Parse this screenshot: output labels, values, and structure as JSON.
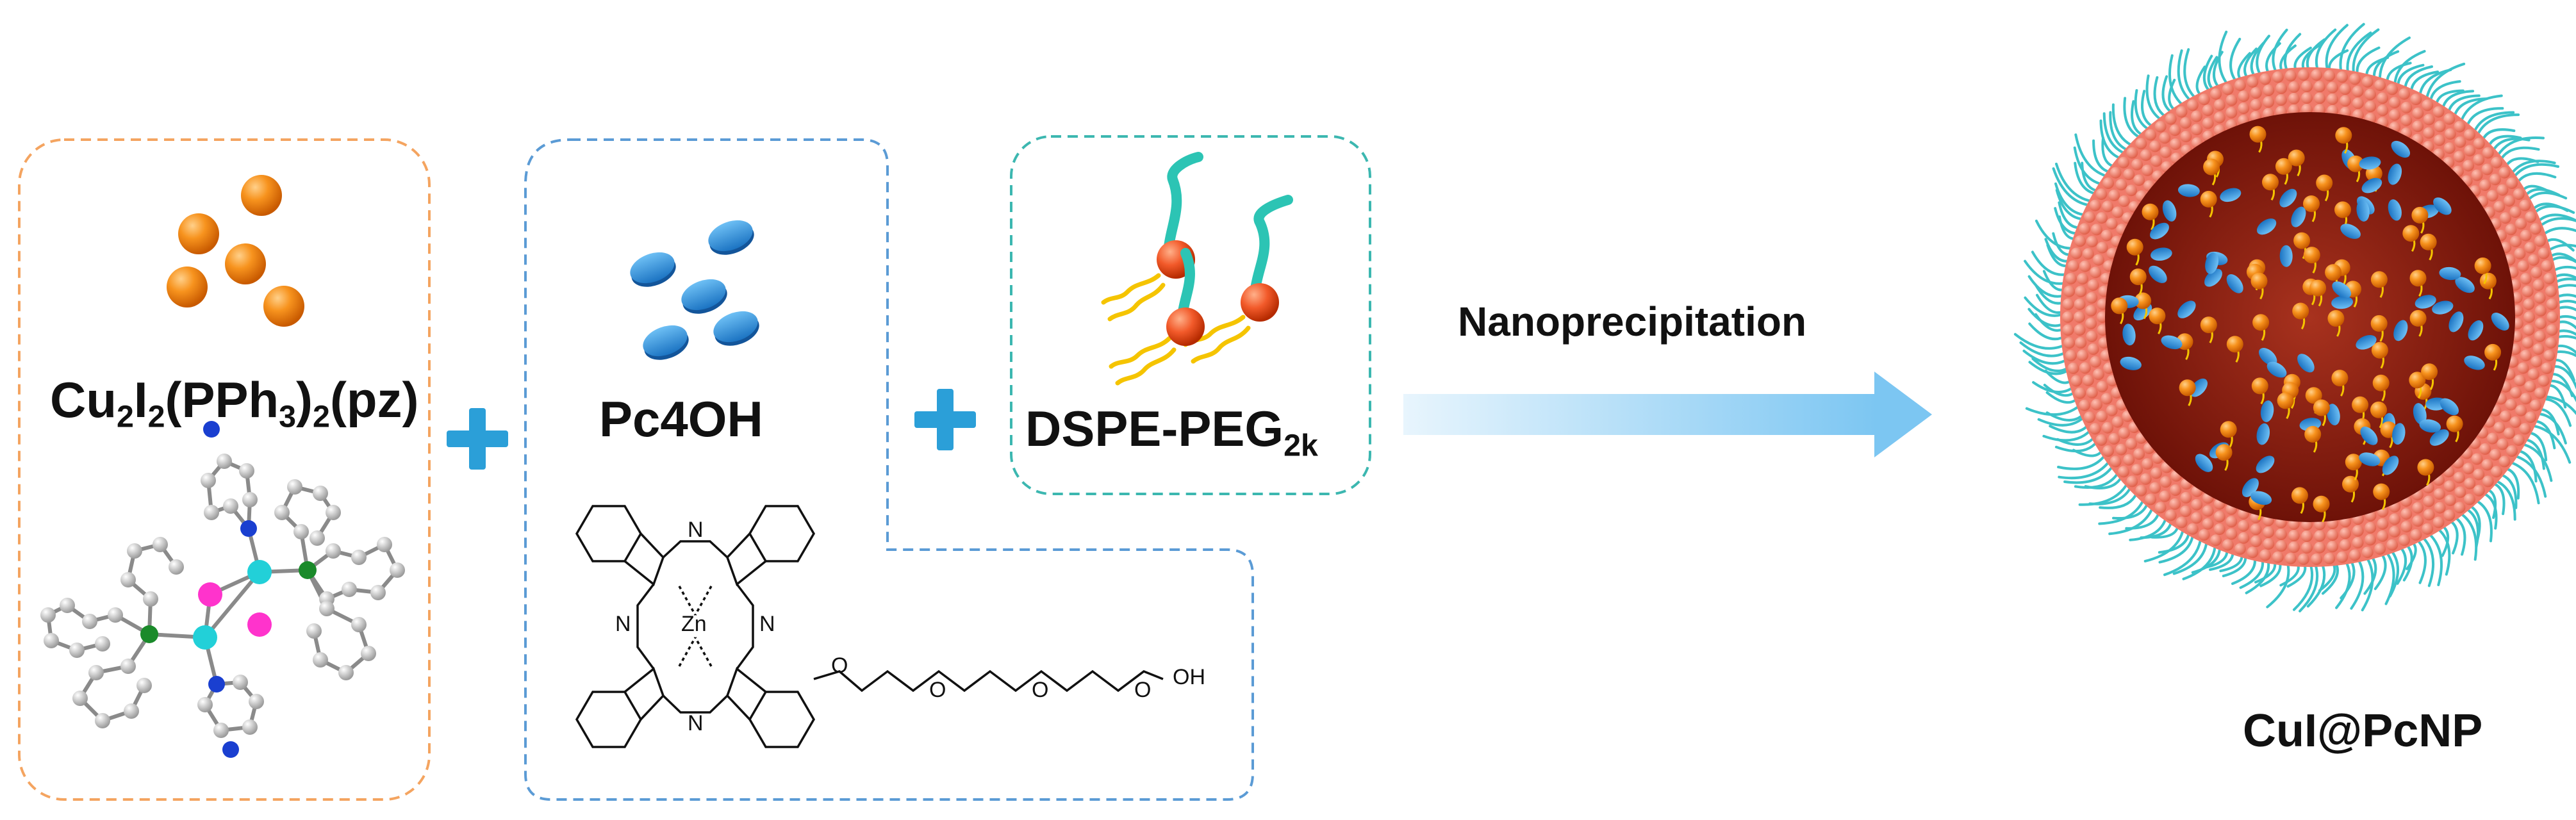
{
  "components": {
    "cu_complex": {
      "label_main": "Cu",
      "sub1": "2",
      "part2": "I",
      "sub2": "2",
      "part3": "(PPh",
      "sub3": "3",
      "part4": ")",
      "sub4": "2",
      "part5": "(pz)"
    },
    "pc4oh": {
      "label": "Pc4OH"
    },
    "dspe": {
      "label_main": "DSPE-PEG",
      "sub": "2k"
    }
  },
  "process": {
    "arrow_label": "Nanoprecipitation"
  },
  "product": {
    "label": "CuI@PcNP"
  },
  "structure_atoms": {
    "n": "N",
    "zn": "Zn",
    "o": "O",
    "oh": "OH"
  },
  "colors": {
    "orange_box": "#f4a460",
    "blue_box": "#5b9bd5",
    "teal_box": "#3cb7b0",
    "plus": "#2b9fd8",
    "orange_sphere": "#f08a1c",
    "blue_disc": "#2e8fd6",
    "teal_tail": "#2cc4b4",
    "pink_shell": "#f07a6a",
    "dark_core": "#8b1a10",
    "arrow": "#a9d8f5",
    "cu_atom": "#22d0d8",
    "i_atom": "#ff33cc",
    "p_atom": "#1a8a2a",
    "n_atom": "#1a3fd0",
    "c_atom": "#c8c8c8"
  },
  "icons": [
    "plus-icon",
    "orange-sphere-icon",
    "blue-disc-icon",
    "lipid-icon",
    "arrow-icon",
    "nanoparticle-icon"
  ]
}
